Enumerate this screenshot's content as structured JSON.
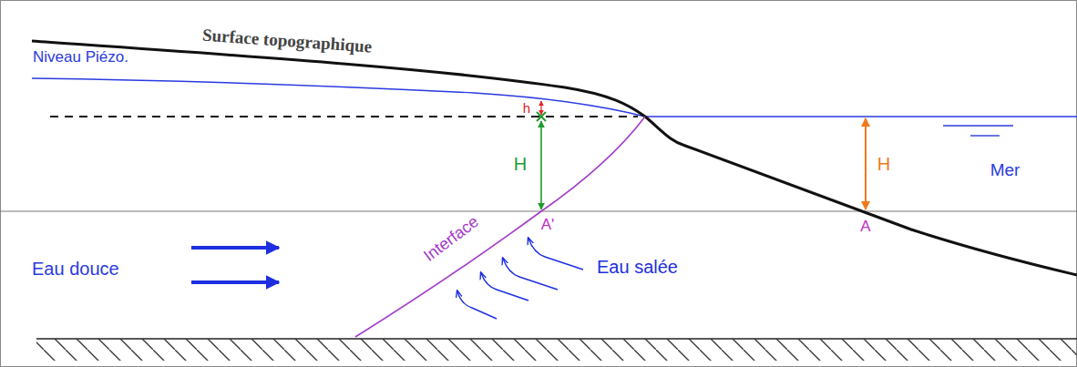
{
  "diagram": {
    "labels": [
      "Surface topographique",
      "Niveau Piézo.",
      "h",
      "H",
      "H",
      "A'",
      "A",
      "Mer",
      "Eau douce",
      "Interface",
      "Eau salée"
    ]
  }
}
